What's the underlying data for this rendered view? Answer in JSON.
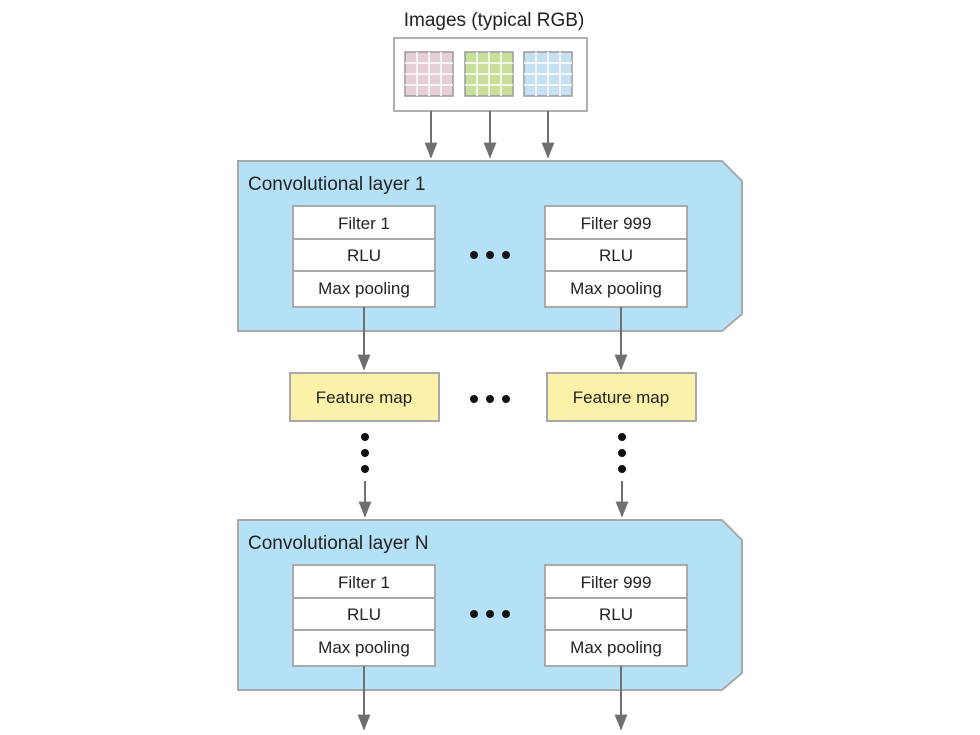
{
  "input": {
    "title": "Images (typical RGB)",
    "channels": [
      {
        "name": "red-channel",
        "color": "#e6cfd6"
      },
      {
        "name": "green-channel",
        "color": "#cadf9b"
      },
      {
        "name": "blue-channel",
        "color": "#c6e1f1"
      }
    ]
  },
  "layers": [
    {
      "title": "Convolutional layer 1",
      "filters": [
        {
          "rows": [
            "Filter 1",
            "RLU",
            "Max pooling"
          ]
        },
        {
          "rows": [
            "Filter 999",
            "RLU",
            "Max pooling"
          ]
        }
      ]
    },
    {
      "title": "Convolutional layer N",
      "filters": [
        {
          "rows": [
            "Filter 1",
            "RLU",
            "Max pooling"
          ]
        },
        {
          "rows": [
            "Filter 999",
            "RLU",
            "Max pooling"
          ]
        }
      ]
    }
  ],
  "feature_maps": [
    "Feature map",
    "Feature map"
  ],
  "colors": {
    "layer_fill": "#b5e1f7",
    "layer_stroke": "#a9a9a9",
    "feature_fill": "#fbf1a8",
    "box_stroke": "#a9a9a9",
    "arrow": "#6f6f6f",
    "dots": "#111111"
  }
}
